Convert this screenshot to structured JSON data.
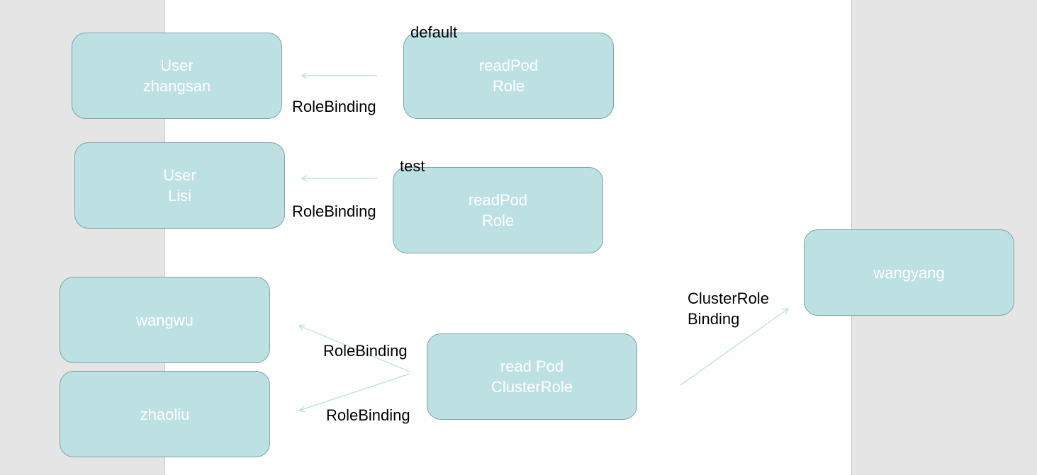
{
  "colors": {
    "node_fill": "#bde0e3",
    "node_border": "#7fa3a7",
    "node_text": "#ffffff",
    "arrow": "#b4dde0",
    "slide": "#ffffff",
    "backdrop": "#e5e5e5"
  },
  "nodes": {
    "zhangsan": {
      "line1": "User",
      "line2": "zhangsan"
    },
    "role_default": {
      "line1": "readPod",
      "line2": "Role"
    },
    "lisi": {
      "line1": "User",
      "line2": "Lisi"
    },
    "role_test": {
      "line1": "readPod",
      "line2": "Role"
    },
    "wangwu": {
      "line1": "wangwu"
    },
    "zhaoliu": {
      "line1": "zhaoliu"
    },
    "clusterrole": {
      "line1": "read Pod",
      "line2": "ClusterRole"
    },
    "wangyang": {
      "line1": "wangyang"
    }
  },
  "namespaces": {
    "default": "default",
    "test": "test"
  },
  "edges": {
    "rb_zhangsan": "RoleBinding",
    "rb_lisi": "RoleBinding",
    "rb_wangwu": "RoleBinding",
    "rb_zhaoliu": "RoleBinding",
    "crb_line1": "ClusterRole",
    "crb_line2": "Binding"
  }
}
